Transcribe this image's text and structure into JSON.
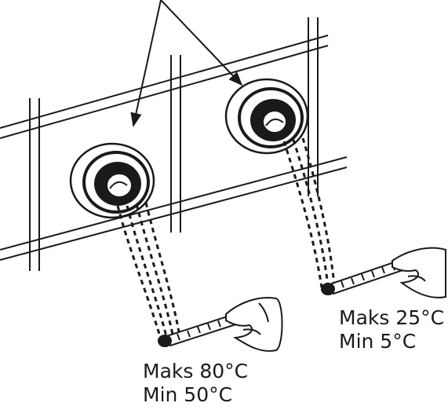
{
  "colors": {
    "ink": "#1a1a1a",
    "background": "#ffffff"
  },
  "labels": {
    "right": {
      "max": "Maks 25°C",
      "min": "Min 5°C"
    },
    "left": {
      "max": "Maks 80°C",
      "min": "Min 50°C"
    }
  }
}
